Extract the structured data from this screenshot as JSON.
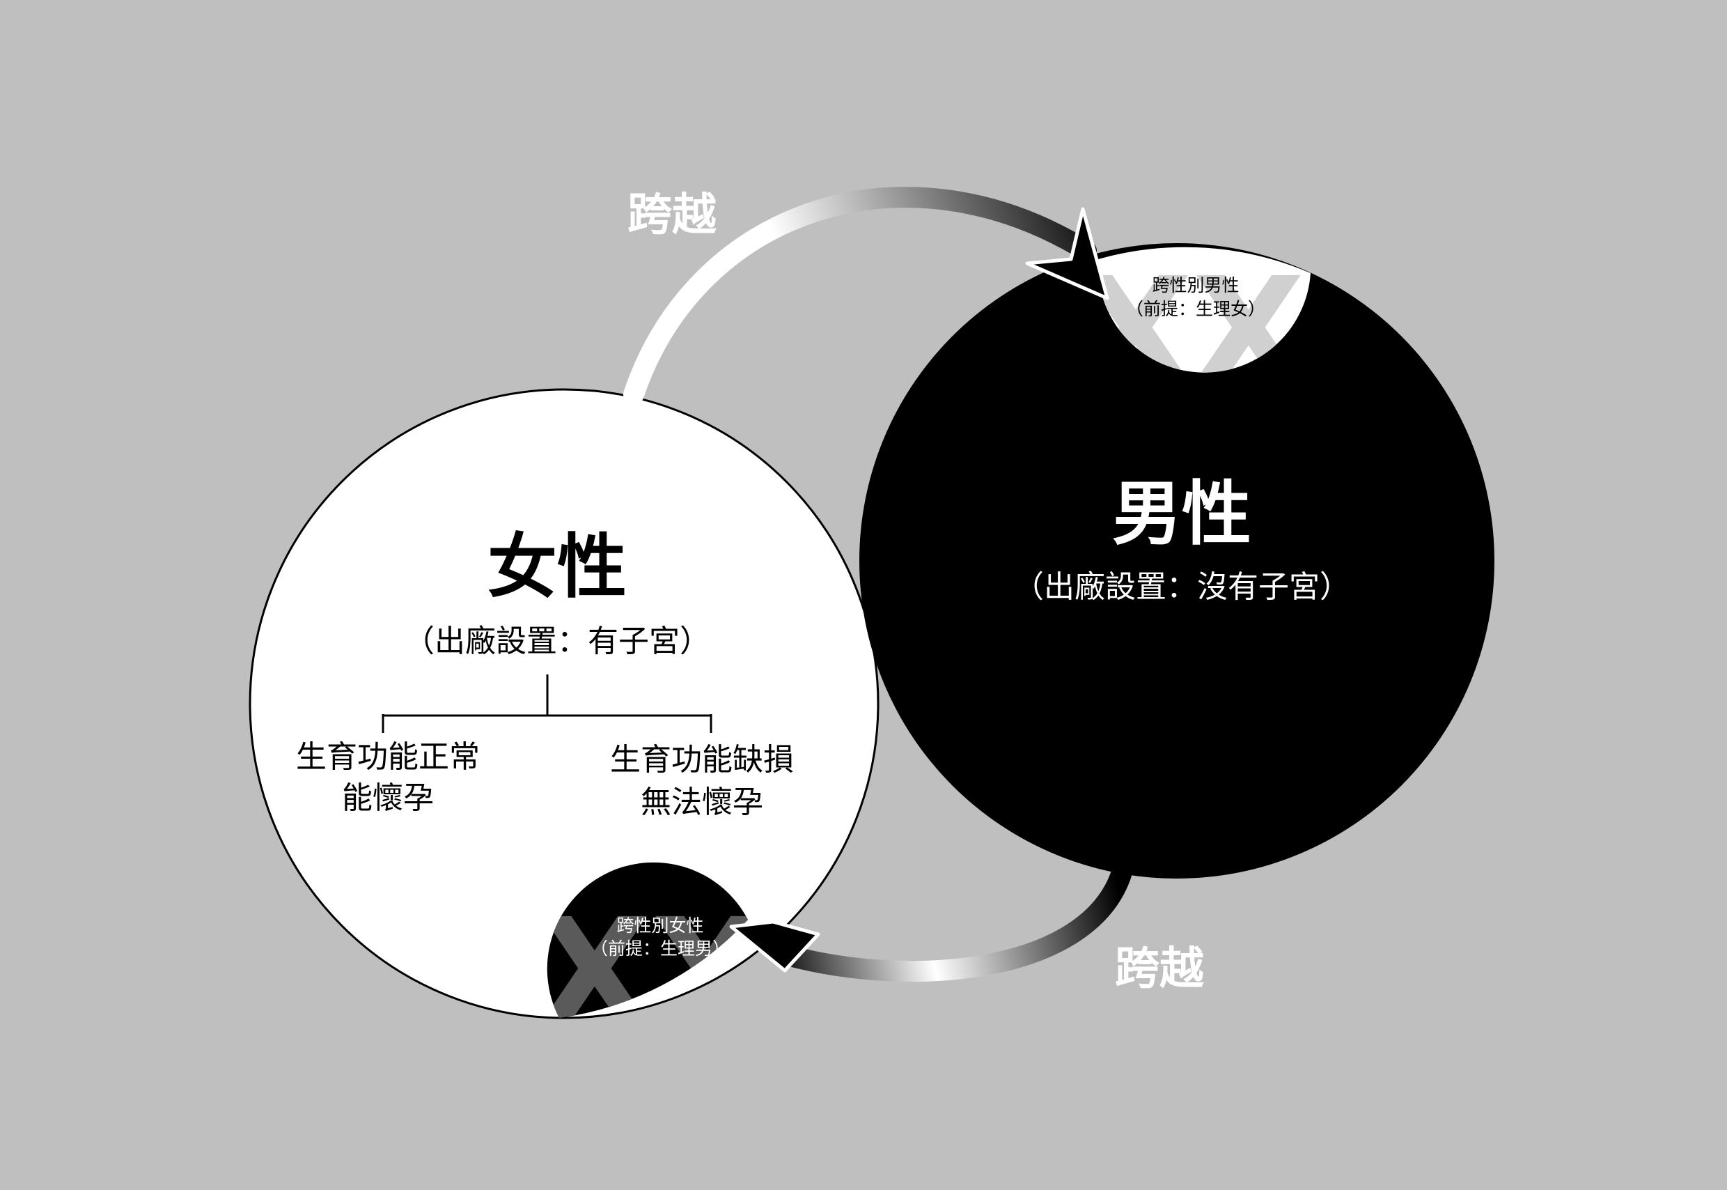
{
  "colors": {
    "background": "#bfbfbf",
    "female_circle": "#ffffff",
    "male_circle": "#000000",
    "pattern": "#8a8a8a"
  },
  "female": {
    "title": "女性",
    "subtitle": "（出廠設置：有子宮）",
    "branch_left": [
      "生育功能正常",
      "能懷孕"
    ],
    "branch_right": [
      "生育功能缺損",
      "無法懷孕"
    ]
  },
  "male": {
    "title": "男性",
    "subtitle": "（出廠設置：沒有子宮）"
  },
  "trans_male": {
    "line1": "跨性別男性",
    "line2": "（前提：生理女）",
    "pattern": "XX"
  },
  "trans_female": {
    "line1": "跨性別女性",
    "line2": "（前提：生理男）",
    "pattern": "XX"
  },
  "arrow_top": {
    "label": "跨越"
  },
  "arrow_bottom": {
    "label": "跨越"
  }
}
